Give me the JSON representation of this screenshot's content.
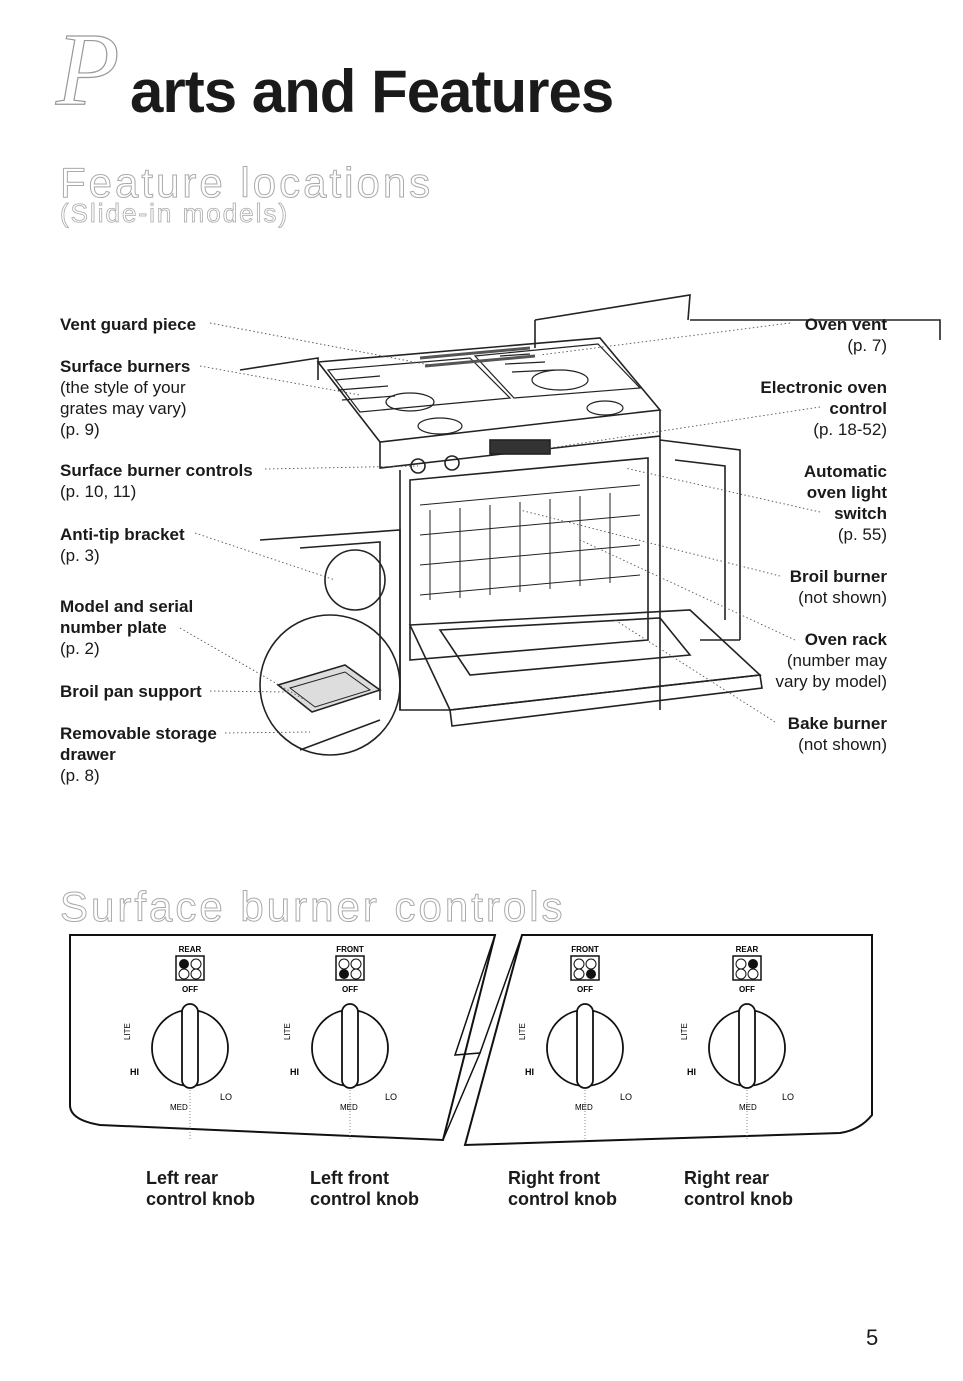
{
  "title": {
    "cap": "P",
    "rest": "arts and Features"
  },
  "feature_locations": {
    "heading": "Feature locations",
    "subheading": "(Slide-in models)"
  },
  "left_labels": [
    {
      "bold": [
        "Vent guard piece"
      ],
      "normal": []
    },
    {
      "bold": [
        "Surface burners"
      ],
      "normal": [
        "(the style of your",
        "grates may vary)",
        "(p. 9)"
      ]
    },
    {
      "bold": [
        "Surface burner controls"
      ],
      "normal": [
        "(p. 10, 11)"
      ]
    },
    {
      "bold": [
        "Anti-tip bracket"
      ],
      "normal": [
        "(p. 3)"
      ]
    },
    {
      "bold": [
        "Model and serial",
        "number plate"
      ],
      "normal": [
        "(p. 2)"
      ]
    },
    {
      "bold": [
        "Broil pan support"
      ],
      "normal": []
    },
    {
      "bold": [
        "Removable storage",
        "drawer"
      ],
      "normal": [
        "(p. 8)"
      ]
    }
  ],
  "right_labels": [
    {
      "bold": [
        "Oven vent"
      ],
      "normal": [
        "(p. 7)"
      ]
    },
    {
      "bold": [
        "Electronic oven",
        "control"
      ],
      "normal": [
        "(p. 18-52)"
      ]
    },
    {
      "bold": [
        "Automatic",
        "oven light",
        "switch"
      ],
      "normal": [
        "(p. 55)"
      ]
    },
    {
      "bold": [
        "Broil burner"
      ],
      "normal": [
        "(not shown)"
      ]
    },
    {
      "bold": [
        "Oven rack"
      ],
      "normal": [
        "(number may",
        "vary by model)"
      ]
    },
    {
      "bold": [
        "Bake burner"
      ],
      "normal": [
        "(not shown)"
      ]
    }
  ],
  "surface_controls": {
    "heading": "Surface burner controls",
    "knobs": [
      {
        "position": "REAR",
        "off": "OFF",
        "lite": "LITE",
        "hi": "HI",
        "med": "MED",
        "lo": "LO",
        "label1": "Left rear",
        "label2": "control knob"
      },
      {
        "position": "FRONT",
        "off": "OFF",
        "lite": "LITE",
        "hi": "HI",
        "med": "MED",
        "lo": "LO",
        "label1": "Left front",
        "label2": "control knob"
      },
      {
        "position": "FRONT",
        "off": "OFF",
        "lite": "LITE",
        "hi": "HI",
        "med": "MED",
        "lo": "LO",
        "label1": "Right front",
        "label2": "control knob"
      },
      {
        "position": "REAR",
        "off": "OFF",
        "lite": "LITE",
        "hi": "HI",
        "med": "MED",
        "lo": "LO",
        "label1": "Right rear",
        "label2": "control knob"
      }
    ]
  },
  "page_number": "5"
}
